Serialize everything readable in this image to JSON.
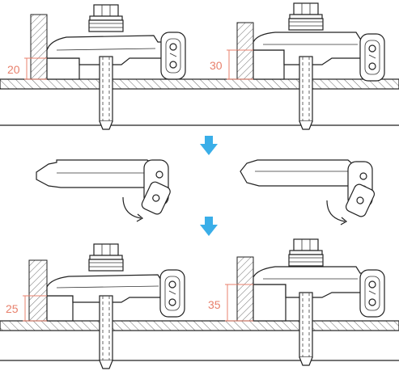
{
  "dimensions": {
    "top_left": "20",
    "top_right": "30",
    "bottom_left": "25",
    "bottom_right": "35"
  },
  "colors": {
    "arrow": "#3aaee8",
    "dimension": "#e8806c",
    "line": "#222222"
  },
  "icons": {
    "step_arrows": "arrow-down-icon",
    "rotate_arrows": "curved-arrow-icon"
  }
}
